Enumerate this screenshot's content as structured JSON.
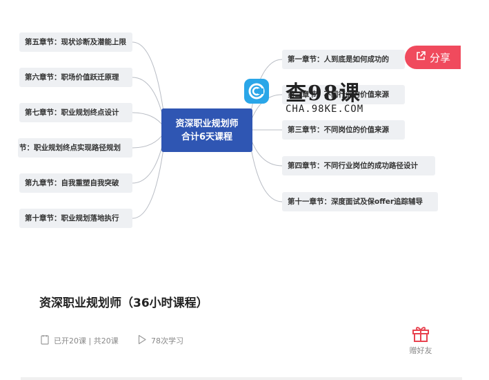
{
  "mindmap": {
    "center": {
      "line1": "资深职业规划师",
      "line2": "合计6天课程"
    },
    "left_nodes": [
      "第五章节：现状诊断及潜能上限",
      "第六章节：职场价值跃迁原理",
      "第七章节：职业规划终点设计",
      "节：职业规划终点实现路径规划",
      "第九章节：自我重塑自我突破",
      "第十章节：职业规划落地执行"
    ],
    "right_nodes": [
      "第一章节：人到底是如何成功的",
      "第二章节：不同行业的价值来源",
      "第三章节：不同岗位的价值来源",
      "第四章节：不同行业岗位的成功路径设计",
      "第十一章节：深度面试及保offer追踪辅导"
    ]
  },
  "watermark": {
    "cn": "查98课",
    "en": "CHA.98KE.COM"
  },
  "share": {
    "label": "分享",
    "icon": "share-icon"
  },
  "course": {
    "title": "资深职业规划师（36小时课程）",
    "lessons": "已开20课 | 共20课",
    "learners": "78次学习"
  },
  "gift": {
    "label": "赠好友",
    "icon": "gift-icon"
  },
  "colors": {
    "center": "#2f56b3",
    "share": "#f04a5d",
    "gift": "#e8424f"
  }
}
